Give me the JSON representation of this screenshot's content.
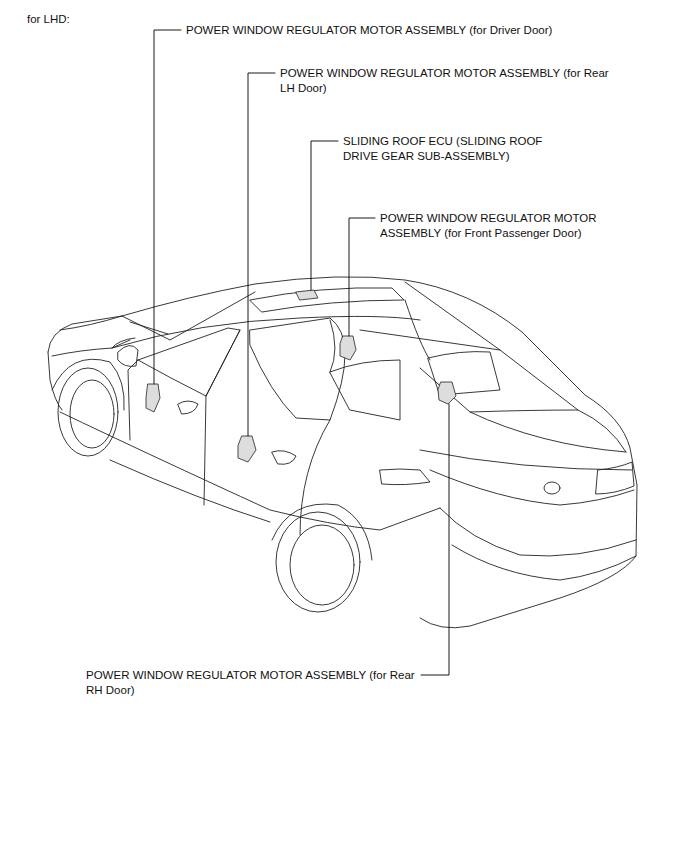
{
  "diagram": {
    "labels": [
      "for LHD:",
      "POWER WINDOW REGULATOR MOTOR ASSEMBLY (for Driver Door)",
      "POWER WINDOW REGULATOR MOTOR ASSEMBLY (for Rear LH Door)",
      "SLIDING ROOF ECU (SLIDING ROOF DRIVE GEAR SUB-ASSEMBLY)",
      "POWER WINDOW REGULATOR MOTOR ASSEMBLY (for Front Passenger Door)",
      "POWER WINDOW REGULATOR MOTOR ASSEMBLY (for Rear RH Door)"
    ]
  }
}
